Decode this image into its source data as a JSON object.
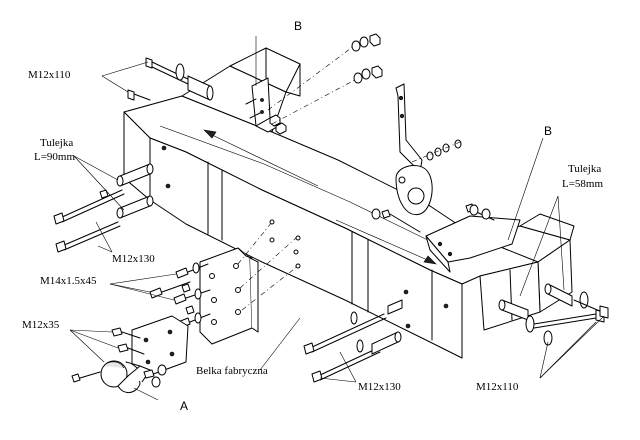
{
  "labels": {
    "m12x110_left": "M12x110",
    "tulejka_left": "Tulejka",
    "tulejka_left_len": "L=90mm",
    "m12x130_left": "M12x130",
    "m14x15x45": "M14x1.5x45",
    "m12x35": "M12x35",
    "belka": "Belka fabryczna",
    "a": "A",
    "m12x130_bottom": "M12x130",
    "m12x110_right": "M12x110",
    "tulejka_right": "Tulejka",
    "tulejka_right_len": "L=58mm",
    "b_top": "B",
    "b_right": "B"
  }
}
